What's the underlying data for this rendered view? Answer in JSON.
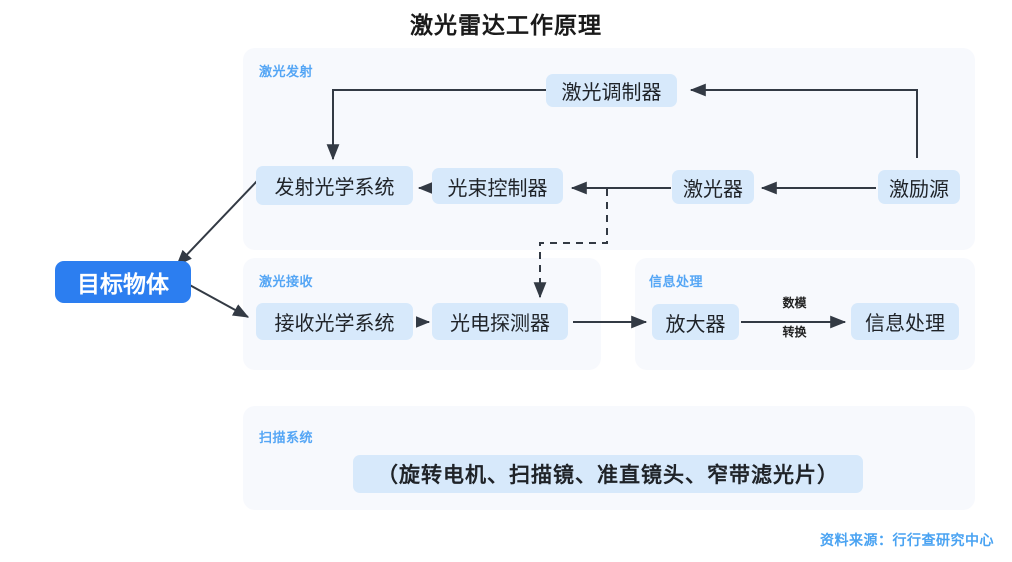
{
  "title": "激光雷达工作原理",
  "colors": {
    "panel_bg": "#f7f9fd",
    "node_bg": "#d7e9fb",
    "accent_blue": "#2c7ef0",
    "label_blue": "#55a6f5",
    "source_blue": "#4aa3f2",
    "line": "#333a44",
    "text": "#1f2328"
  },
  "panels": {
    "emit": {
      "label": "激光发射"
    },
    "receive": {
      "label": "激光接收"
    },
    "process": {
      "label": "信息处理"
    },
    "scan": {
      "label": "扫描系统"
    }
  },
  "nodes": {
    "target": "目标物体",
    "modulator": "激光调制器",
    "emit_optics": "发射光学系统",
    "beam_controller": "光束控制器",
    "laser": "激光器",
    "excitation": "激励源",
    "recv_optics": "接收光学系统",
    "photodetector": "光电探测器",
    "amplifier": "放大器",
    "info_process": "信息处理",
    "scan_components": "（旋转电机、扫描镜、准直镜头、窄带滤光片）"
  },
  "edge_labels": {
    "ad_conversion_line1": "数模",
    "ad_conversion_line2": "转换"
  },
  "source": "资料来源：行行查研究中心"
}
